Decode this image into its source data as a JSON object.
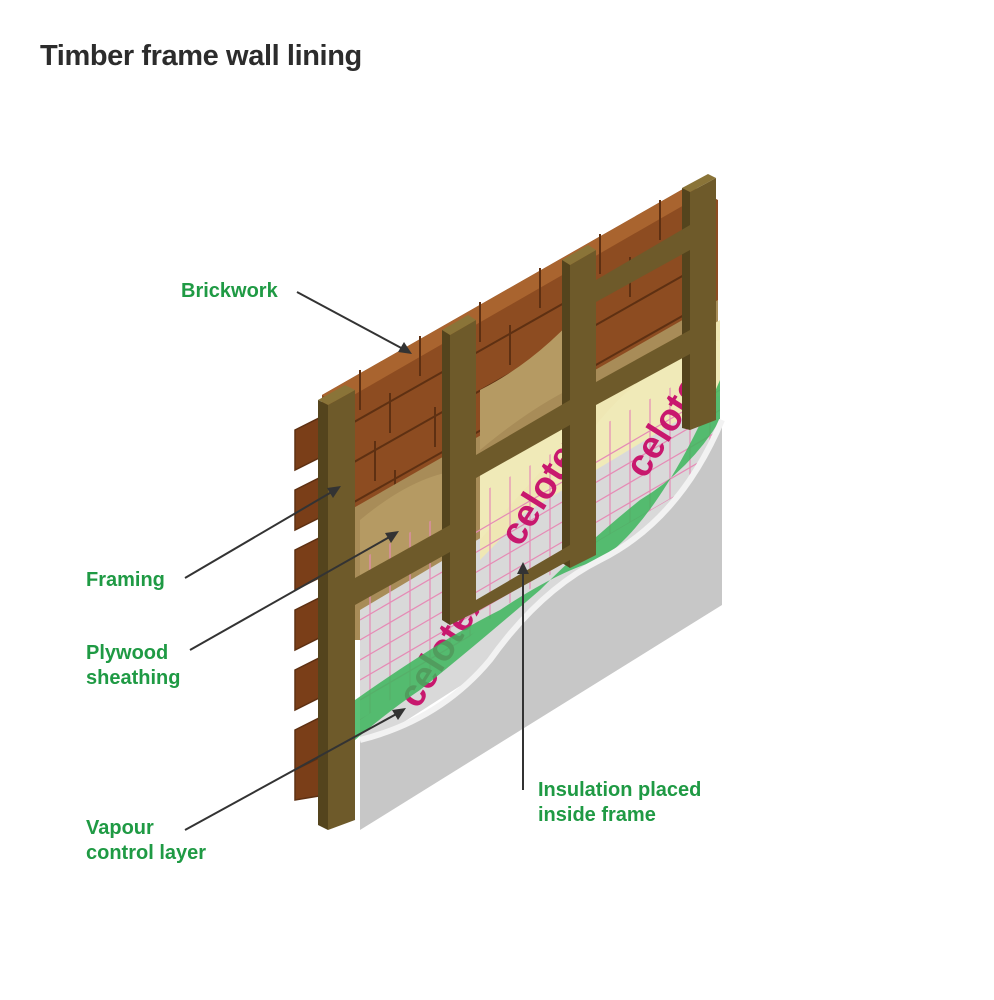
{
  "title": "Timber frame wall lining",
  "labels": {
    "brickwork": "Brickwork",
    "framing": "Framing",
    "plywood_line1": "Plywood",
    "plywood_line2": "sheathing",
    "vapour_line1": "Vapour",
    "vapour_line2": "control layer",
    "insulation_line1": "Insulation placed",
    "insulation_line2": "inside frame"
  },
  "brand_text": "celotex",
  "colors": {
    "label_green": "#1f9a44",
    "title": "#2c2c2c",
    "brick": "#8a4b22",
    "timber": "#6e5a2a",
    "plywood": "#a38a56",
    "insulation_foil": "#d8d8d8",
    "insulation_grid": "#e0559a",
    "vapour_layer": "#3cb55c",
    "plasterboard": "#c7c7c7",
    "brand": "#c8186e",
    "leader": "#333333"
  }
}
